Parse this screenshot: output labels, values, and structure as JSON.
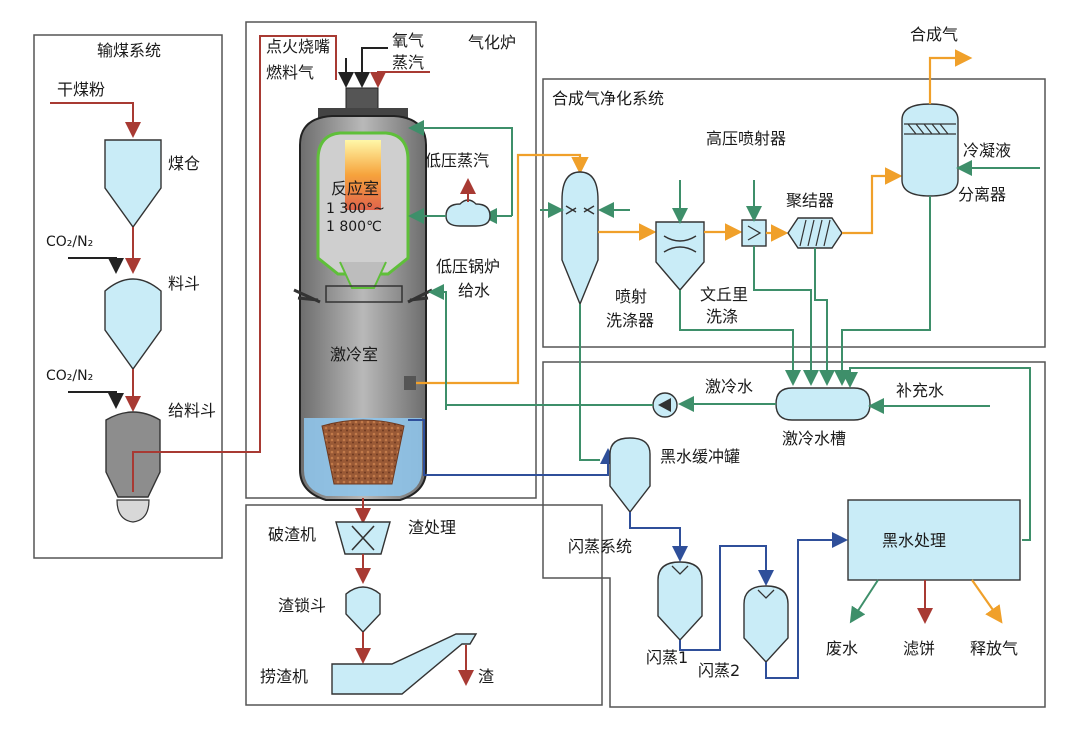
{
  "colors": {
    "coal_line": "#a83a33",
    "water_line": "#3e8f6a",
    "syngas_line": "#f0a02a",
    "black_water_line": "#2f4f9a",
    "vessel_fill": "#c9ecf7"
  },
  "sections": {
    "coal_feed": "输煤系统",
    "gasifier": "气化炉",
    "purification": "合成气净化系统",
    "slag": "渣处理"
  },
  "coal": {
    "dry_powder": "干煤粉",
    "bin": "煤仓",
    "co2n2_a": "CO₂/N₂",
    "hopper": "料斗",
    "co2n2_b": "CO₂/N₂",
    "feed_hopper": "给料斗"
  },
  "gasifier": {
    "ignition": "点火烧嘴",
    "fuel_gas": "燃料气",
    "oxygen": "氧气",
    "steam": "蒸汽",
    "reaction_chamber": "反应室",
    "temp_line1": "1 300°~",
    "temp_line2": "1 800℃",
    "lp_steam": "低压蒸汽",
    "lp_boiler_1": "低压锅炉",
    "lp_boiler_2": "给水",
    "quench_chamber": "激冷室"
  },
  "purification": {
    "syngas": "合成气",
    "hp_ejector": "高压喷射器",
    "condensate": "冷凝液",
    "separator": "分离器",
    "coalescer": "聚结器",
    "spray_1": "喷射",
    "spray_2": "洗涤器",
    "venturi_1": "文丘里",
    "venturi_2": "洗涤"
  },
  "water": {
    "quench_water": "激冷水",
    "makeup_water": "补充水",
    "quench_tank": "激冷水槽",
    "black_water_buffer": "黑水缓冲罐",
    "flash_system": "闪蒸系统",
    "flash_1": "闪蒸1",
    "flash_2": "闪蒸2",
    "black_water_treatment": "黑水处理",
    "waste_water": "废水",
    "filter_cake": "滤饼",
    "release_gas": "释放气"
  },
  "slag": {
    "crusher": "破渣机",
    "lock_hopper": "渣锁斗",
    "scraper": "捞渣机",
    "slag": "渣"
  }
}
